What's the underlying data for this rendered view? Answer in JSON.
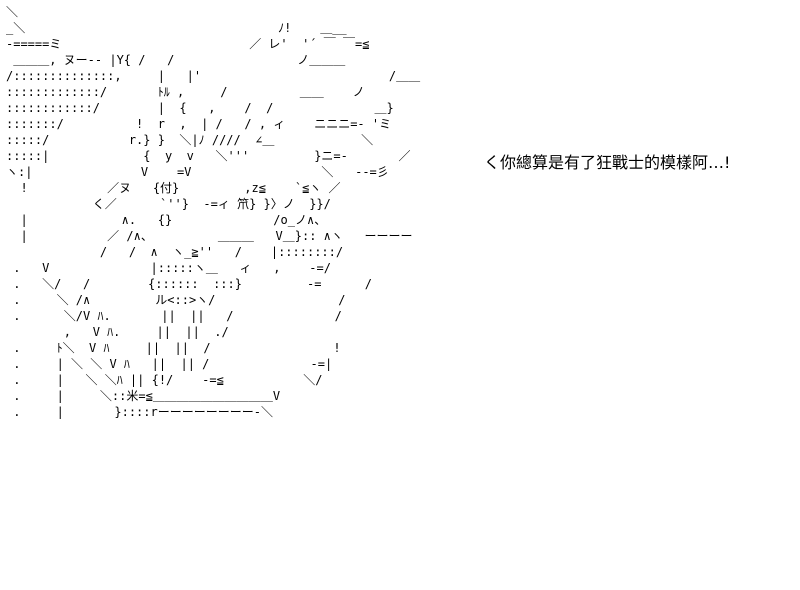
{
  "art": {
    "lines": [
      "＼",
      "_＼                                   ﾉ!    ＿__",
      "-=====ミ                          ／ レ'  '´ ￣ ￣=≦",
      " ＿＿＿, ヌー-- |Y{ /   /                 ノ＿＿＿",
      "/::::::::::::::,     |   |'                          /＿＿",
      ":::::::::::::/       ﾄﾙ ,     /          ＿＿    ノ",
      "::::::::::::/        |  {   ,    /  /              ＿}",
      ":::::::/          !  r  ,  | /   / , ィ    ニニニ=- 'ミ",
      ":::::/           r.} }  ＼|ﾉ ////  ∠＿            ＼",
      ":::::|             {  y  v   ＼'''         }ニ=-       ／",
      "ヽ:|               V    =V                  ＼   --=彡",
      "  !           ／ヌ   {付}         ,z≦    `≦ヽ ／",
      "            く／      `''}  -=ィ 笊} }〉ノ  }}/",
      "  |             ∧.   {}              /o_ノ∧、",
      "  |           ／ /∧、         ＿＿＿   V＿}:: ∧ヽ   ーーーー",
      "             /   /  ∧  ヽ_≧''   /    |::::::::/",
      " .   V              |:::::ヽ＿   ィ   ,    -=/",
      " .   ＼/   /        {::::::  :::}         -=      /",
      " .     ＼ /∧         ル<::>ヽ/                 /",
      " .      ＼/V ﾊ.       ||  ||   /              /",
      "        ,   V ﾊ.     ||  ||  ./",
      " .     ﾄ＼  V ﾊ     ||  ||  /                 !",
      " .     | ＼ ＼ V ﾊ   ||  || /              -=|",
      " .     |   ＼ ＼ﾊ || {!/    -=≦           ＼/",
      " .     |     ＼::米=≦＿＿＿＿＿＿＿＿＿＿V",
      " .     |       }::::rーーーーーーーー-＼"
    ]
  },
  "caption": "く你總算是有了狂戰士的模樣阿…!"
}
